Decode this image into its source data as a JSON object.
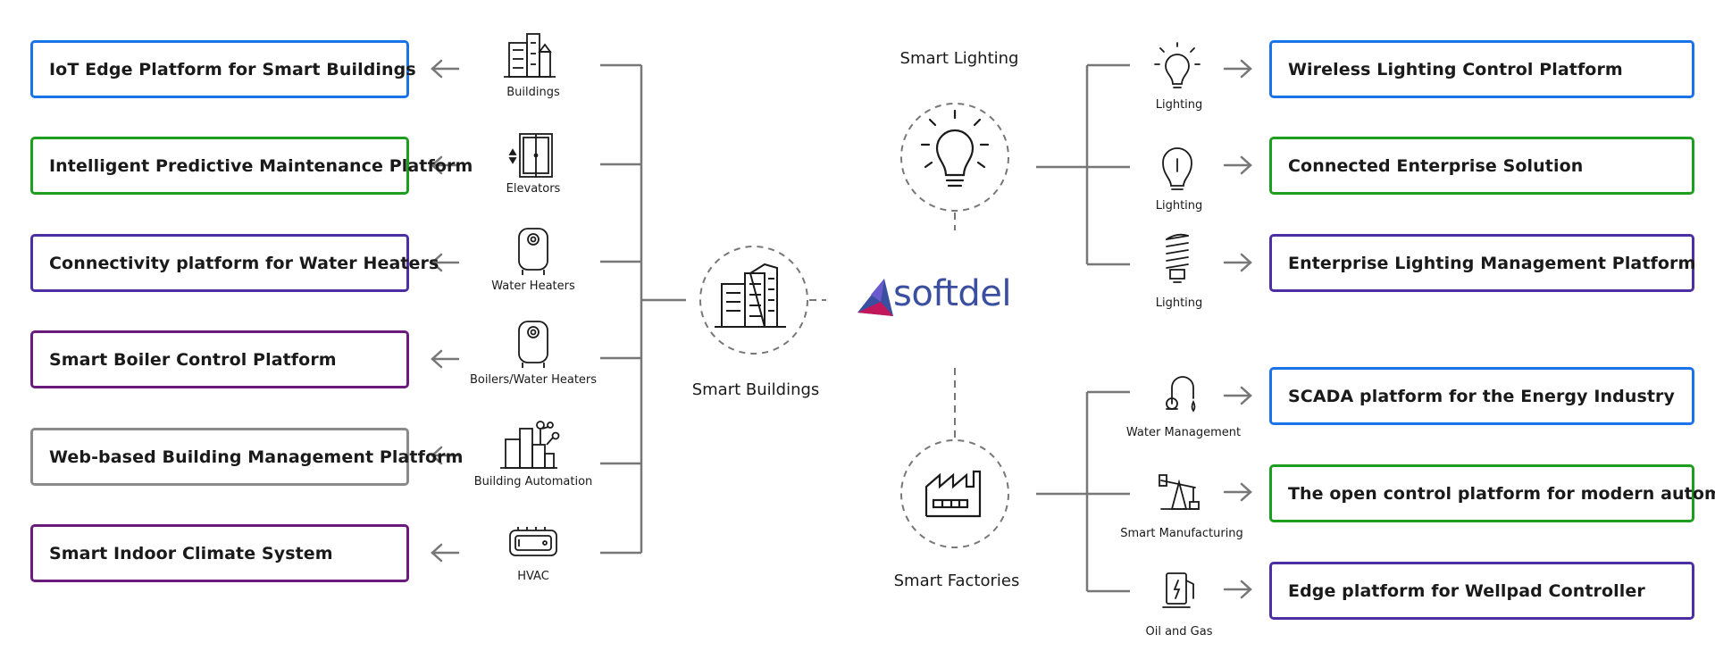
{
  "colors": {
    "blue": "#1a73e8",
    "green": "#1e9e1e",
    "indigo": "#4b2fa3",
    "purple": "#6a1b7d",
    "gray": "#8a8a8a",
    "line": "#777777",
    "brand": "#3a4fa0",
    "brand_accent": "#c2185b"
  },
  "center": {
    "brand_name": "softdel",
    "hub_label": "Smart Buildings"
  },
  "left": {
    "products": [
      {
        "label": "IoT Edge Platform for Smart Buildings",
        "color": "blue"
      },
      {
        "label": "Intelligent Predictive Maintenance Platform",
        "color": "green"
      },
      {
        "label": "Connectivity platform for Water Heaters",
        "color": "indigo"
      },
      {
        "label": "Smart Boiler Control Platform",
        "color": "purple"
      },
      {
        "label": "Web-based Building Management Platform",
        "color": "gray"
      },
      {
        "label": "Smart Indoor Climate System",
        "color": "purple"
      }
    ],
    "categories": [
      {
        "label": "Buildings",
        "icon": "buildings-icon"
      },
      {
        "label": "Elevators",
        "icon": "elevator-icon"
      },
      {
        "label": "Water Heaters",
        "icon": "water-heater-icon"
      },
      {
        "label": "Boilers/Water Heaters",
        "icon": "boiler-icon"
      },
      {
        "label": "Building Automation",
        "icon": "building-automation-icon"
      },
      {
        "label": "HVAC",
        "icon": "hvac-icon"
      }
    ]
  },
  "right_top": {
    "hub_label": "Smart Lighting",
    "products": [
      {
        "label": "Wireless Lighting Control Platform",
        "color": "blue"
      },
      {
        "label": "Connected Enterprise Solution",
        "color": "green"
      },
      {
        "label": "Enterprise Lighting Management Platform",
        "color": "indigo"
      }
    ],
    "categories": [
      {
        "label": "Lighting",
        "icon": "light-bulb-icon"
      },
      {
        "label": "Lighting",
        "icon": "led-bulb-icon"
      },
      {
        "label": "Lighting",
        "icon": "cfl-bulb-icon"
      }
    ]
  },
  "right_bottom": {
    "hub_label": "Smart Factories",
    "products": [
      {
        "label": "SCADA platform for the Energy Industry",
        "color": "blue"
      },
      {
        "label": "The open control platform for modern automation",
        "color": "green"
      },
      {
        "label": "Edge platform for Wellpad Controller",
        "color": "indigo"
      }
    ],
    "categories": [
      {
        "label": "Water Management",
        "icon": "water-tap-icon"
      },
      {
        "label": "Smart Manufacturing",
        "icon": "oil-pump-icon"
      },
      {
        "label": "Oil and Gas",
        "icon": "fuel-pump-icon"
      }
    ]
  }
}
